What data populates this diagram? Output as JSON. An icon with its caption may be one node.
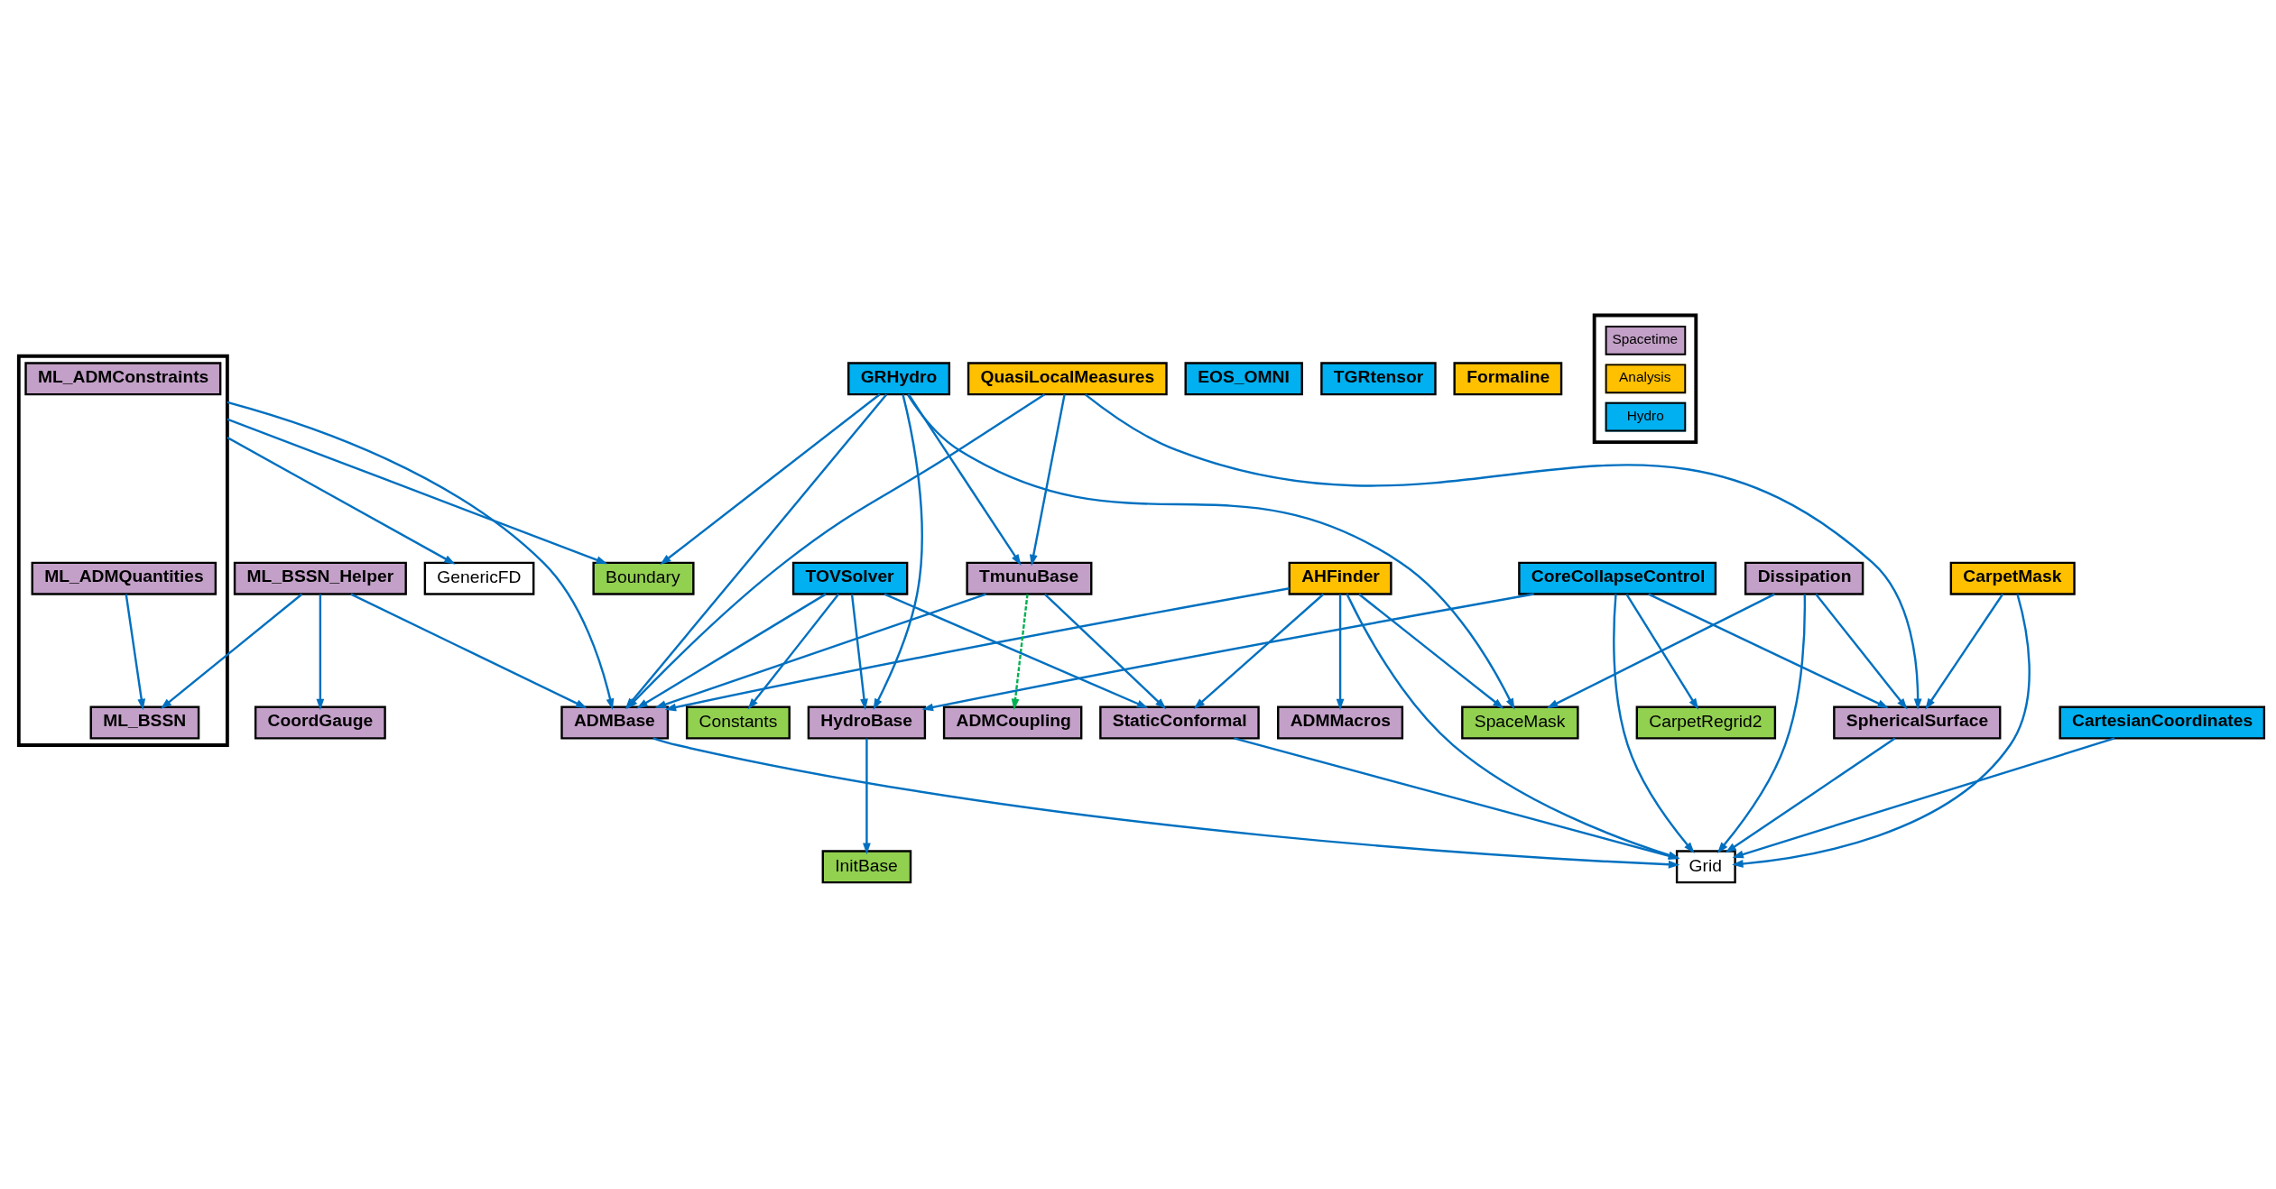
{
  "diagram": {
    "nodes": [
      {
        "text": [],
        "shape": "box"
      },
      {
        "text": [
          "ML_ADMConstraints"
        ],
        "in": 0
      },
      {
        "text": [
          "ML_BSSN"
        ],
        "in": 0
      },
      {
        "text": [
          "ML_ADMQuantities"
        ],
        "in": 0
      },
      {
        "text": [
          "GenericFD"
        ]
      },
      {
        "text": [
          "CoordGauge"
        ]
      },
      {
        "text": [
          "SpaceMask"
        ]
      },
      {
        "text": [
          "ADMMacros"
        ]
      },
      {
        "text": [
          "Boundary"
        ]
      },
      {
        "text": [
          "ML_BSSN_Helper"
        ]
      },
      {
        "text": [
          "GRHydro"
        ]
      },
      {
        "text": [
          "AHFinder"
        ]
      },
      {
        "text": [
          "Dissipation"
        ]
      },
      {
        "text": [
          "SphericalSurface"
        ]
      },
      {
        "text": [
          "ADMCoupling"
        ]
      },
      {
        "text": [
          "TmunuBase"
        ]
      },
      {
        "text": [
          "ADMBase"
        ]
      },
      {
        "text": [
          "CarpetMask"
        ]
      },
      {
        "text": [
          "HydroBase"
        ]
      },
      {
        "text": [
          "InitBase"
        ]
      },
      {
        "text": [
          "Grid"
        ]
      },
      {
        "text": [
          "CartesianCoordinates"
        ]
      },
      {
        "text": [
          "TOVSolver"
        ]
      },
      {
        "text": [
          "EOS_OMNI"
        ]
      },
      {
        "text": [
          "TGRtensor"
        ]
      },
      {
        "text": [
          "StaticConformal"
        ]
      },
      {
        "text": [
          "Formaline"
        ]
      },
      {
        "text": [
          "QuasiLocalMeasures"
        ]
      },
      {
        "text": [
          "CoreCollapseControl"
        ]
      },
      {
        "text": [
          "Constants"
        ]
      },
      {
        "text": [
          "CarpetRegrid2"
        ]
      }
    ],
    "edges": [
      {
        "from": 0,
        "to": 4,
        "arrow": "to"
      },
      {
        "from": 0,
        "to": 8,
        "arrow": "to"
      },
      {
        "from": 3,
        "to": 2,
        "arrow": "to"
      },
      {
        "from": 9,
        "to": 2,
        "arrow": "to"
      },
      {
        "from": 9,
        "to": 5,
        "arrow": "to"
      },
      {
        "from": 9,
        "to": 16,
        "arrow": "to"
      },
      {
        "from": 0,
        "to": 16,
        "arrow": "to"
      },
      {
        "from": 10,
        "to": 8,
        "arrow": "to"
      },
      {
        "from": 10,
        "to": 6,
        "arrow": "to"
      },
      {
        "from": 10,
        "to": 15,
        "arrow": "to"
      },
      {
        "from": 10,
        "to": 16,
        "arrow": "to"
      },
      {
        "from": 10,
        "to": 18,
        "arrow": "to"
      },
      {
        "from": 11,
        "to": 6,
        "arrow": "to"
      },
      {
        "from": 11,
        "to": 7,
        "arrow": "to"
      },
      {
        "from": 11,
        "to": 16,
        "arrow": "to"
      },
      {
        "from": 11,
        "to": 25,
        "arrow": "to"
      },
      {
        "from": 11,
        "to": 20,
        "arrow": "to"
      },
      {
        "from": 12,
        "to": 6,
        "arrow": "to"
      },
      {
        "from": 12,
        "to": 13,
        "arrow": "to"
      },
      {
        "from": 12,
        "to": 20,
        "arrow": "to"
      },
      {
        "from": 15,
        "to": 14,
        "arrow": "to",
        "style": "dashed",
        "color": "#00b050"
      },
      {
        "from": 15,
        "to": 16,
        "arrow": "to"
      },
      {
        "from": 15,
        "to": 25,
        "arrow": "to"
      },
      {
        "from": 16,
        "to": 20,
        "arrow": "to"
      },
      {
        "from": 13,
        "to": 20,
        "arrow": "to"
      },
      {
        "from": 17,
        "to": 13,
        "arrow": "to"
      },
      {
        "from": 17,
        "to": 20,
        "arrow": "to"
      },
      {
        "from": 18,
        "to": 19,
        "arrow": "to"
      },
      {
        "from": 21,
        "to": 20,
        "arrow": "to"
      },
      {
        "from": 22,
        "to": 16,
        "arrow": "to"
      },
      {
        "from": 22,
        "to": 18,
        "arrow": "to"
      },
      {
        "from": 22,
        "to": 25,
        "arrow": "to"
      },
      {
        "from": 22,
        "to": 29,
        "arrow": "to"
      },
      {
        "from": 25,
        "to": 20,
        "arrow": "to"
      },
      {
        "from": 27,
        "to": 15,
        "arrow": "to"
      },
      {
        "from": 27,
        "to": 16,
        "arrow": "to"
      },
      {
        "from": 27,
        "to": 13,
        "arrow": "to"
      },
      {
        "from": 28,
        "to": 20,
        "arrow": "to"
      },
      {
        "from": 28,
        "to": 18,
        "arrow": "to"
      },
      {
        "from": 28,
        "to": 13,
        "arrow": "to"
      },
      {
        "from": 28,
        "to": 30,
        "arrow": "to"
      }
    ],
    "legend": [
      {
        "text": "Spacetime",
        "color": "#c3a0c8"
      },
      {
        "text": "Analysis",
        "color": "#ffc000"
      },
      {
        "text": "Hydro",
        "color": "#00b0f0"
      }
    ]
  }
}
